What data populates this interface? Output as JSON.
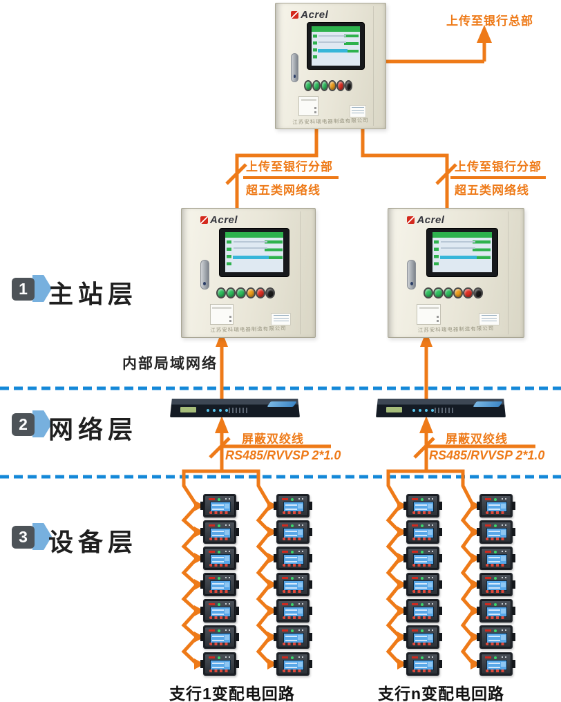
{
  "colors": {
    "wire_orange": "#ee7a18",
    "dashed_blue": "#1488d8",
    "badge_blue": "#77b0de",
    "badge_dark": "#4d5358",
    "label_dark": "#262626",
    "lamps": [
      "#2fbf5f",
      "#2fbf5f",
      "#2fbf5f",
      "#f0a01e",
      "#e03024",
      "#1b1b1b"
    ]
  },
  "layers": [
    {
      "num": "1",
      "name": "主站层"
    },
    {
      "num": "2",
      "name": "网络层"
    },
    {
      "num": "3",
      "name": "设备层"
    }
  ],
  "cabinet": {
    "brand": "Acrel",
    "company": "江苏安科瑞电器制造有限公司"
  },
  "labels": {
    "to_hq": "上传至银行总部",
    "to_branch": "上传至银行分部",
    "cat5e": "超五类网络线",
    "lan": "内部局域网络",
    "stp": "屏蔽双绞线",
    "rs485": "RS485/RVVSP 2*1.0",
    "circuit_left": "支行1变配电回路",
    "circuit_right": "支行n变配电回路"
  },
  "devices": {
    "cabinet_count": 3,
    "serial_server_count": 2,
    "meter_columns": 4,
    "meters_per_column": 7
  }
}
